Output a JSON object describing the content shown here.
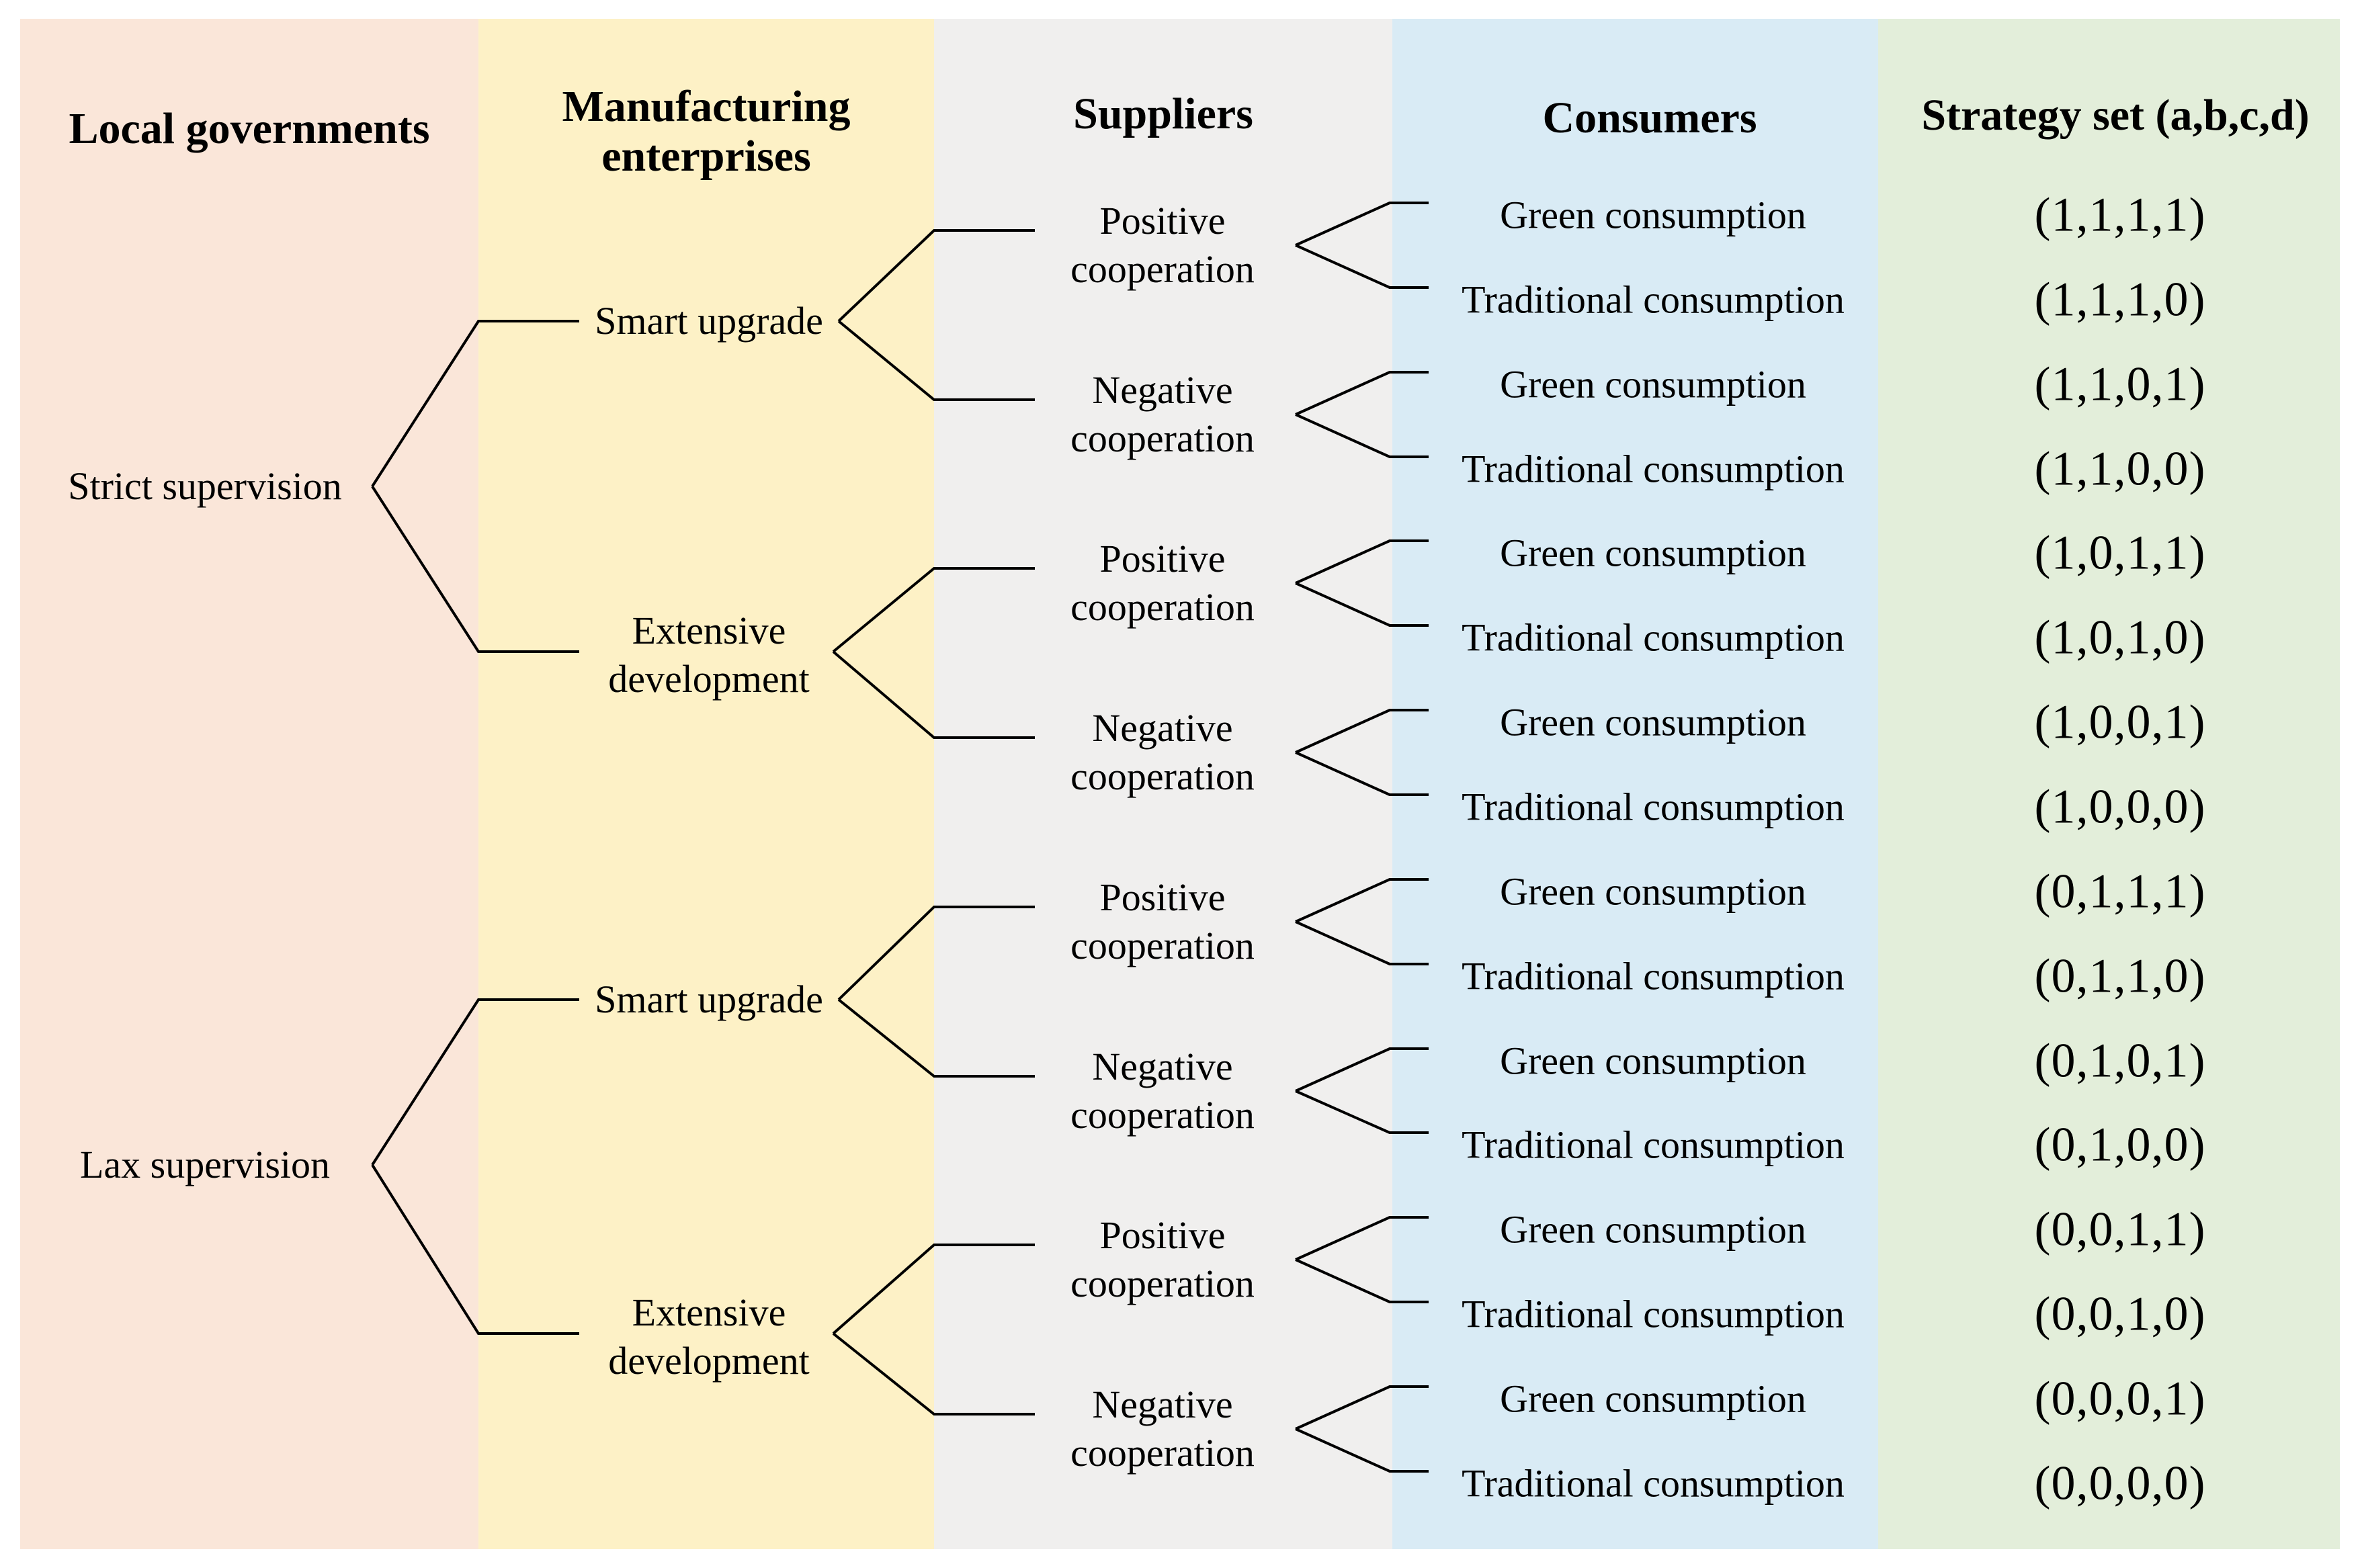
{
  "figure_type": "game-theory decision tree",
  "columns": [
    {
      "id": "local_governments",
      "header": "Local governments",
      "color": "#fae6d9"
    },
    {
      "id": "manufacturing_enterprises",
      "header": "Manufacturing enterprises",
      "color": "#fdf1c6"
    },
    {
      "id": "suppliers",
      "header": "Suppliers",
      "color": "#f0efee"
    },
    {
      "id": "consumers",
      "header": "Consumers",
      "color": "#d9ebf5"
    },
    {
      "id": "strategy_set",
      "header": "Strategy set (a,b,c,d)",
      "color": "#e3eeda"
    }
  ],
  "tree": {
    "local_governments": [
      "Strict supervision",
      "Lax supervision"
    ],
    "manufacturing_enterprises": [
      "Smart upgrade",
      "Extensive development",
      "Smart upgrade",
      "Extensive development"
    ],
    "suppliers": [
      "Positive cooperation",
      "Negative cooperation",
      "Positive cooperation",
      "Negative cooperation",
      "Positive cooperation",
      "Negative cooperation",
      "Positive cooperation",
      "Negative cooperation"
    ],
    "consumers": [
      "Green consumption",
      "Traditional consumption",
      "Green consumption",
      "Traditional consumption",
      "Green consumption",
      "Traditional consumption",
      "Green consumption",
      "Traditional consumption",
      "Green consumption",
      "Traditional consumption",
      "Green consumption",
      "Traditional consumption",
      "Green consumption",
      "Traditional consumption",
      "Green consumption",
      "Traditional consumption"
    ],
    "strategy_sets": [
      "(1,1,1,1)",
      "(1,1,1,0)",
      "(1,1,0,1)",
      "(1,1,0,0)",
      "(1,0,1,1)",
      "(1,0,1,0)",
      "(1,0,0,1)",
      "(1,0,0,0)",
      "(0,1,1,1)",
      "(0,1,1,0)",
      "(0,1,0,1)",
      "(0,1,0,0)",
      "(0,0,1,1)",
      "(0,0,1,0)",
      "(0,0,0,1)",
      "(0,0,0,0)"
    ]
  },
  "line_color": "#000000",
  "text_color": "#000000"
}
